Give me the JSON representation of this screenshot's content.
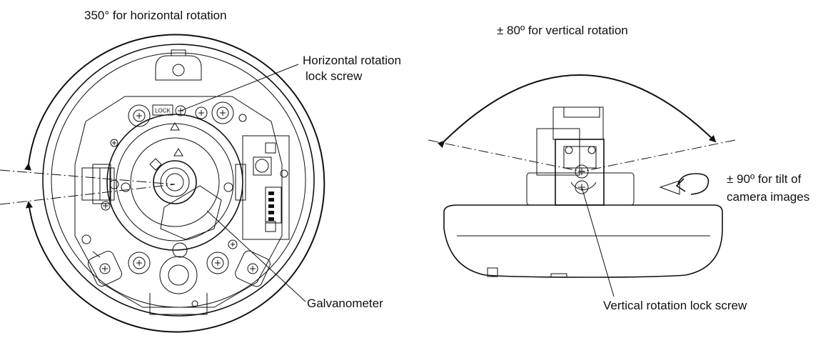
{
  "labels": {
    "horizontal_range": "350° for horizontal rotation",
    "vertical_range": "± 80º for vertical rotation",
    "horizontal_lock_line1": "Horizontal rotation",
    "horizontal_lock_line2": "lock screw",
    "tilt_line1": "± 90º for tilt of",
    "tilt_line2": "camera images",
    "galvanometer": "Galvanometer",
    "vertical_lock": "Vertical rotation lock screw",
    "lock_badge": "LOCK"
  }
}
